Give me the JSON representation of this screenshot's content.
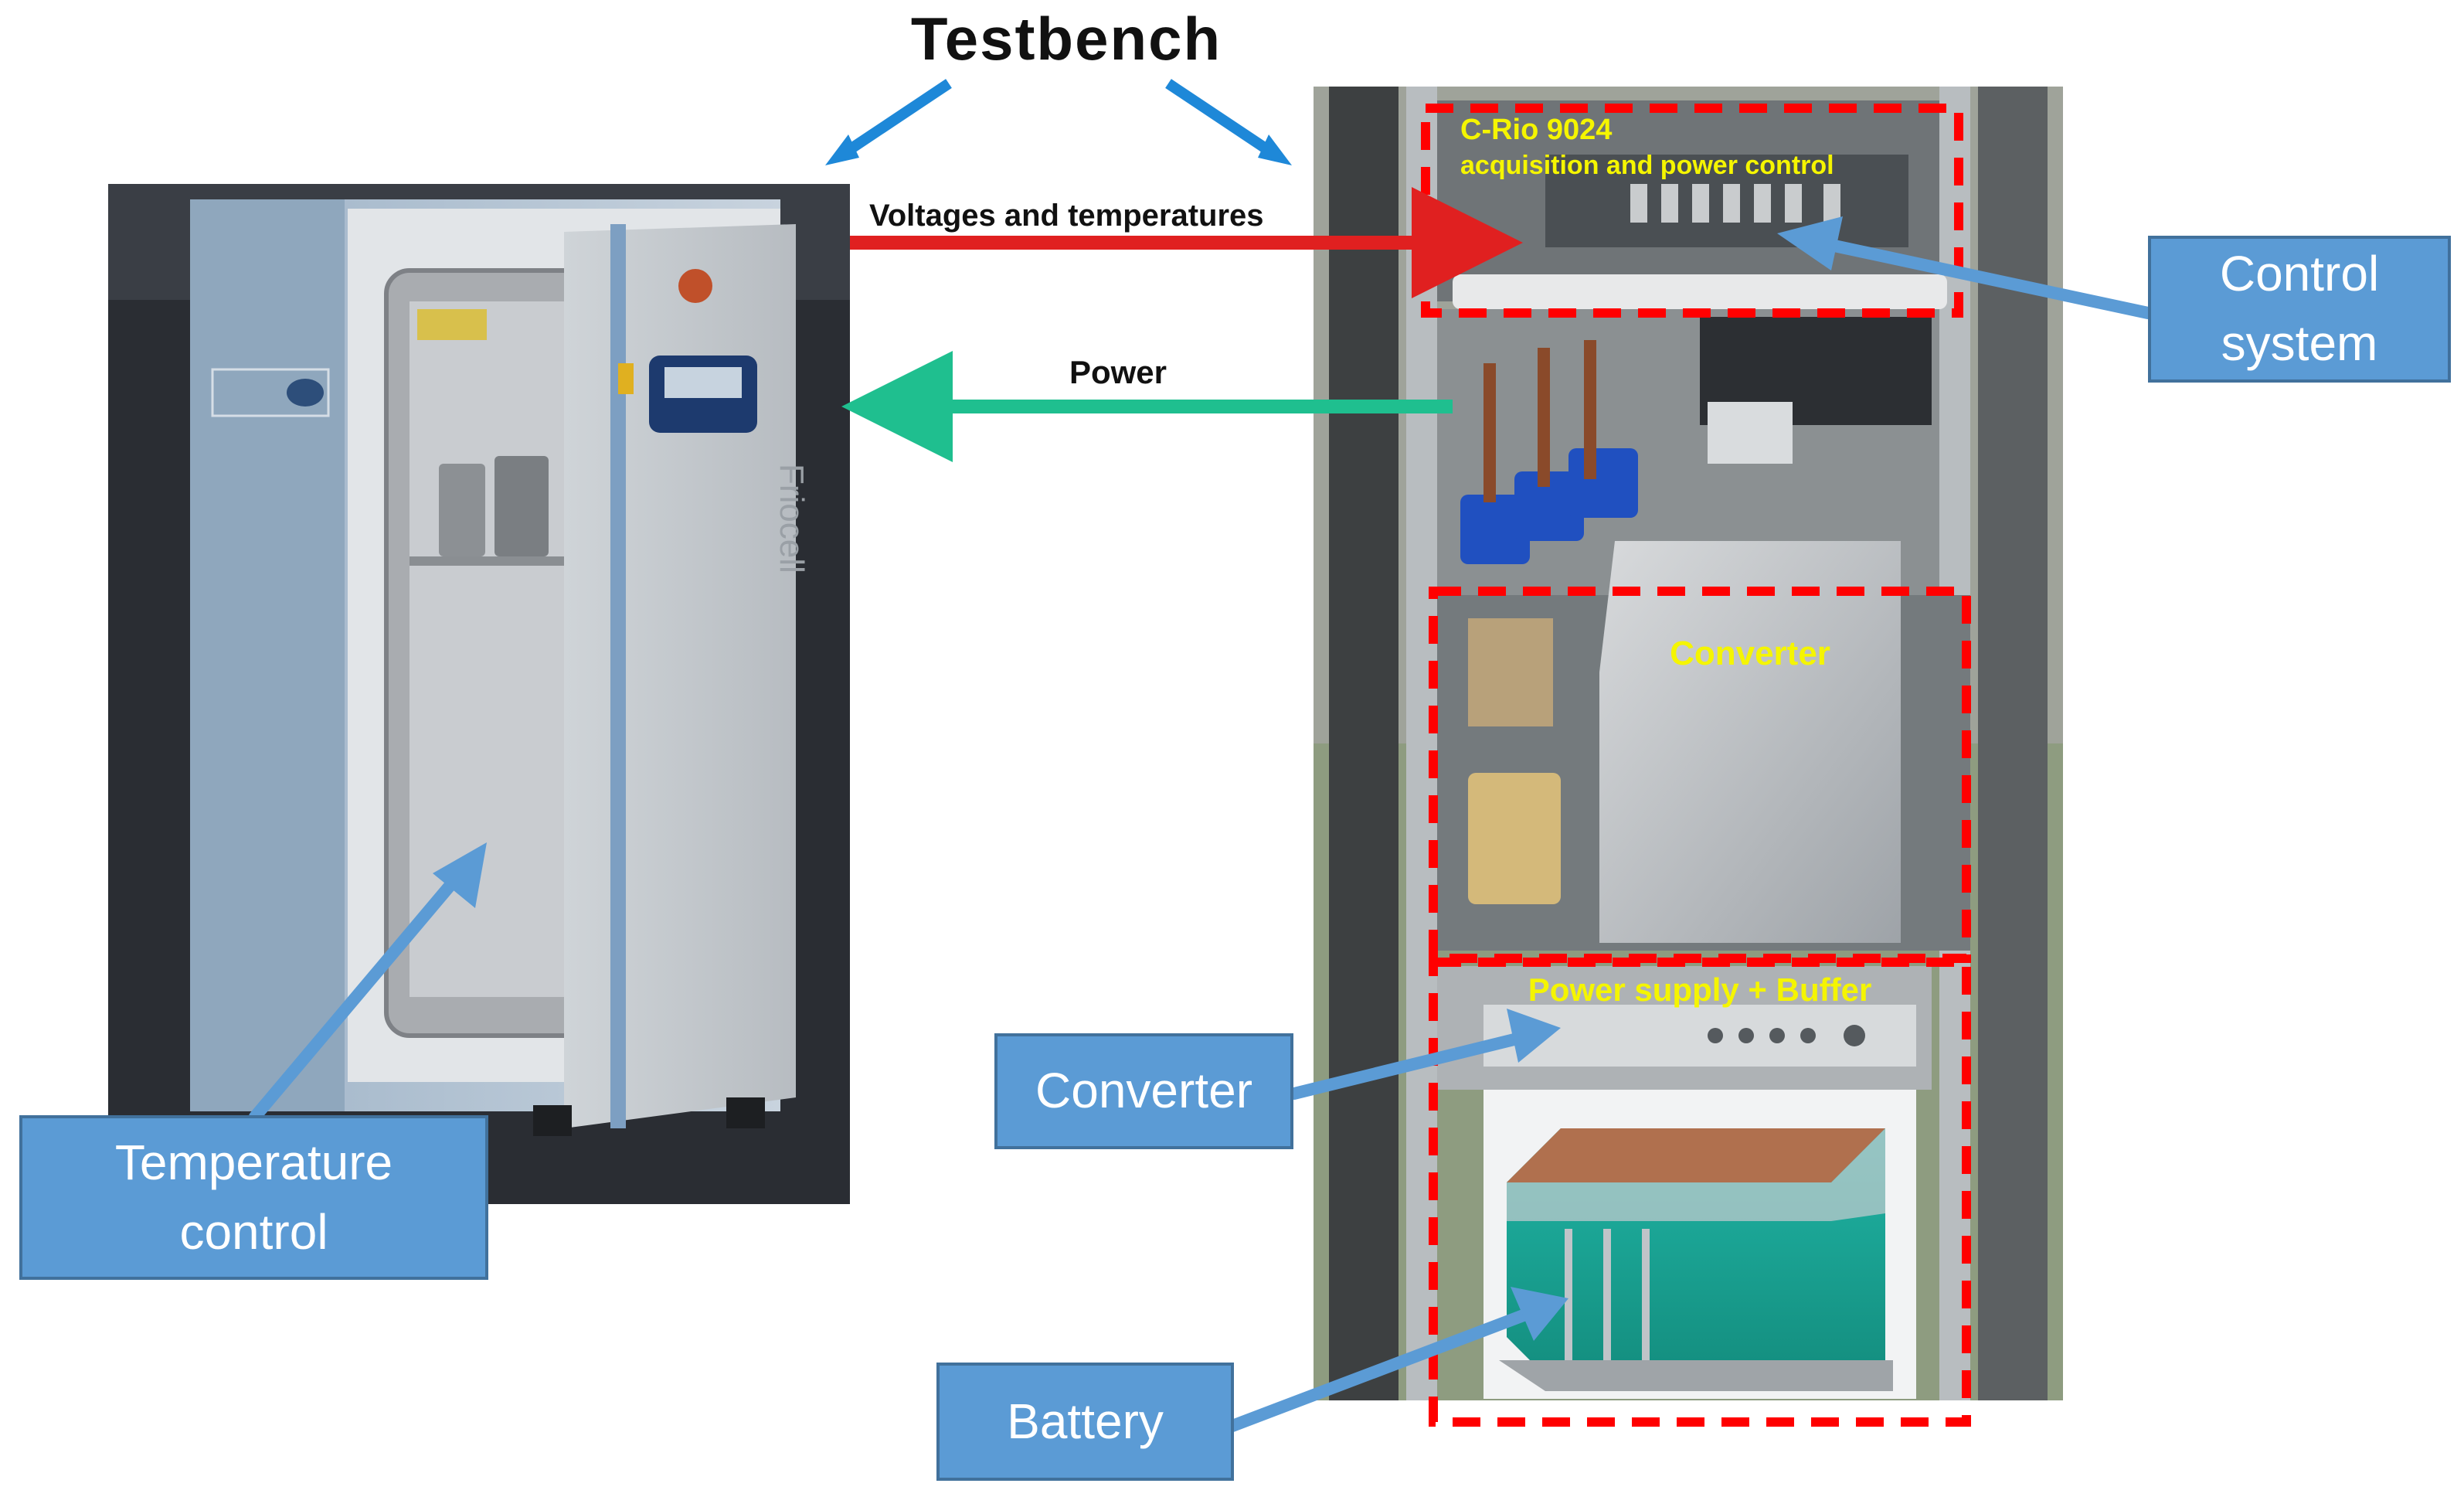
{
  "title": "Testbench",
  "arrows": {
    "voltages_label": "Voltages and temperatures",
    "power_label": "Power"
  },
  "cabinet_labels": {
    "crio_line1": "C-Rio 9024",
    "crio_line2": "acquisition and power control",
    "converter": "Converter",
    "power_supply": "Power supply + Buffer"
  },
  "callouts": {
    "control_line1": "Control",
    "control_line2": "system",
    "temperature_line1": "Temperature",
    "temperature_line2": "control",
    "converter": "Converter",
    "battery": "Battery"
  },
  "chamber_logo": "Friocell",
  "colors": {
    "callout_fill": "#5b9bd5",
    "callout_border": "#41719c",
    "arrow_blue": "#5b9bd5",
    "signal_arrow": "#e02020",
    "power_arrow": "#1fbf8f",
    "dashed_box": "#ff0000",
    "yellow_text": "#f5f500"
  }
}
